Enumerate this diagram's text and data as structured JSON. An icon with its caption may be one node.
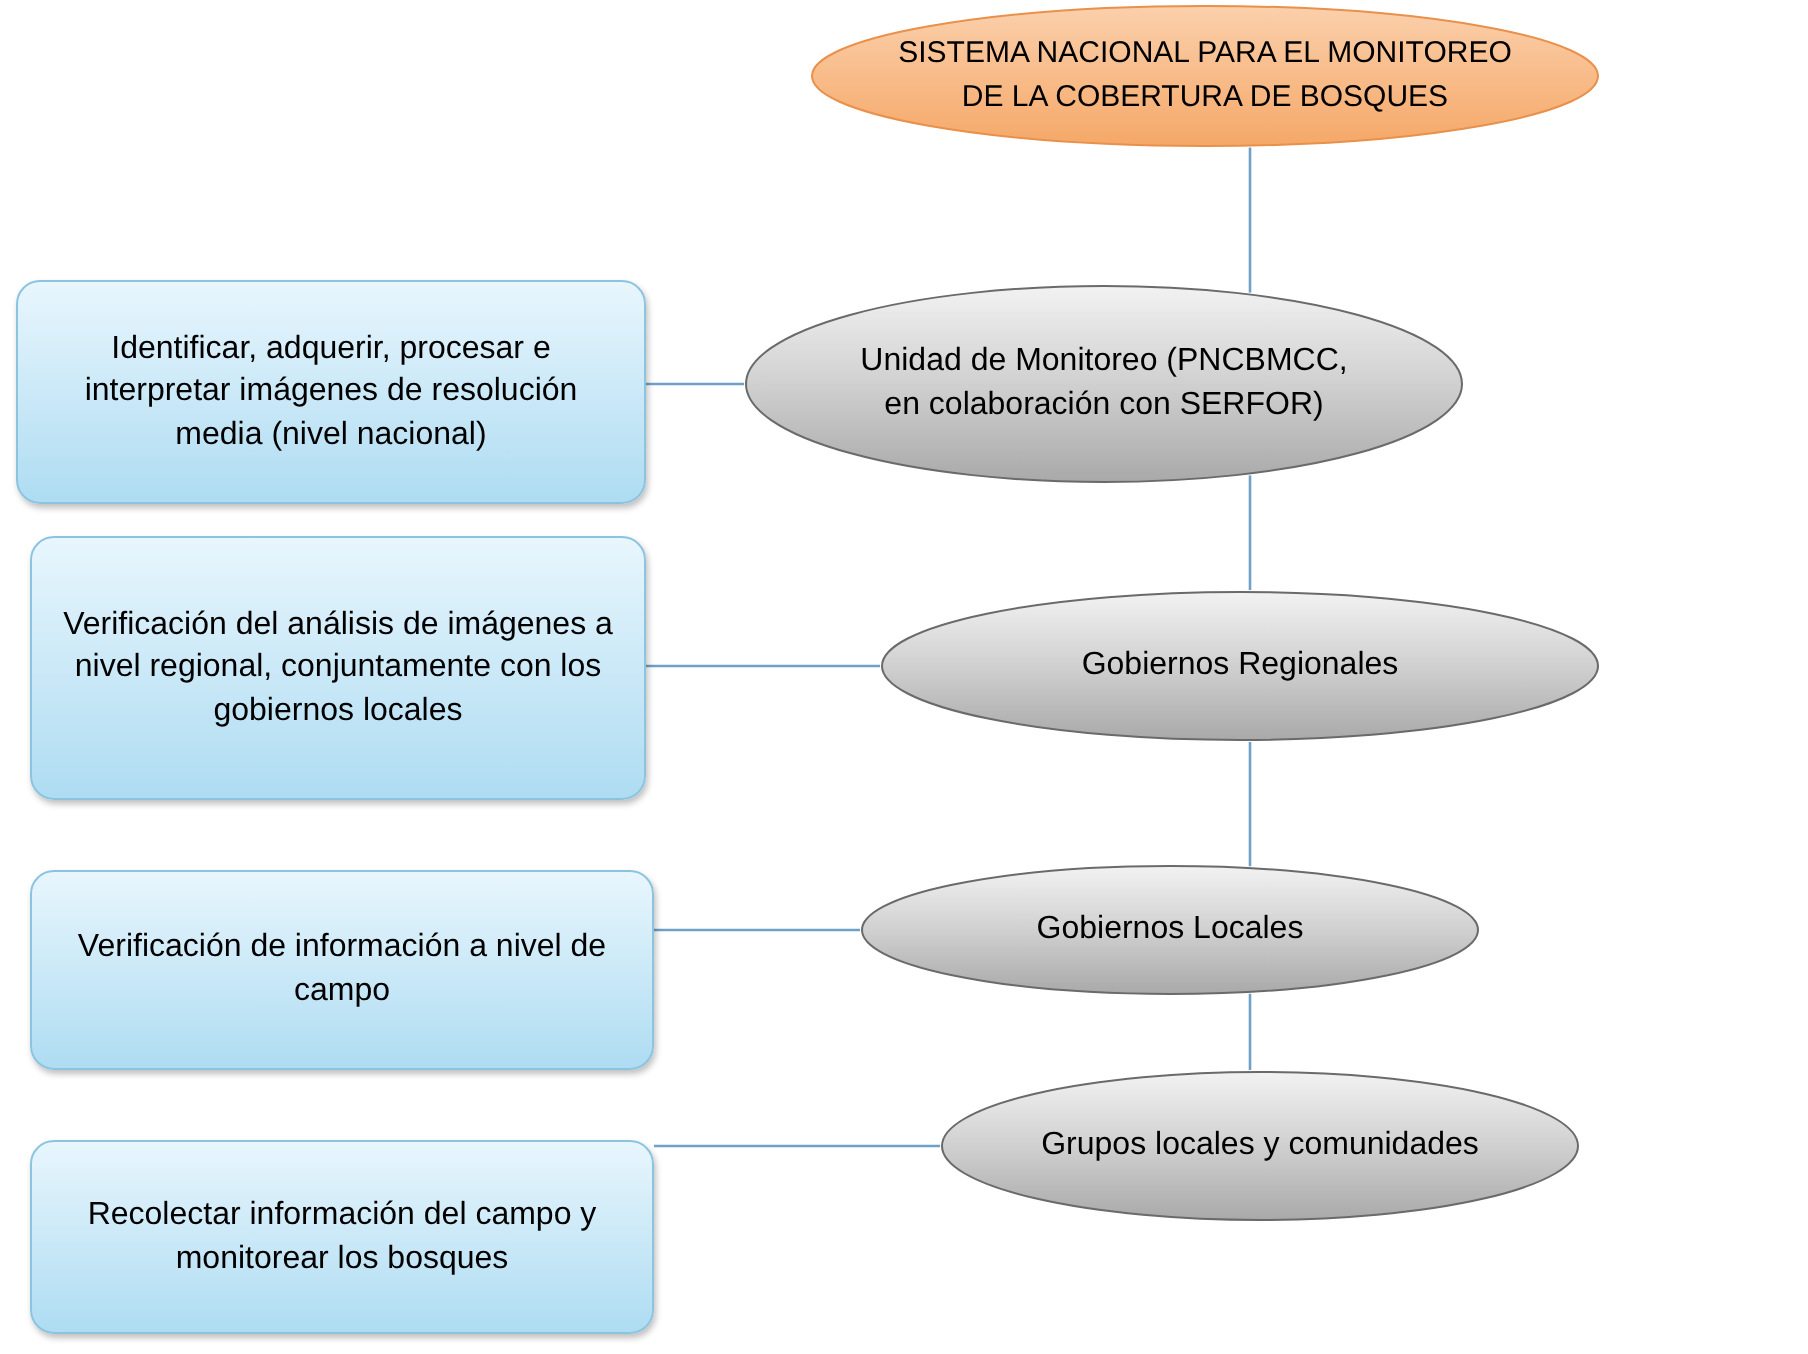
{
  "diagram": {
    "nodes": [
      {
        "text": [
          "SISTEMA NACIONAL PARA EL MONITOREO DE LA COBERTURA DE BOSQUES"
        ]
      },
      {
        "text": [
          "Identificar, adquerir, procesar e interpretar imágenes de resolución media (nivel nacional)"
        ]
      },
      {
        "text": [
          "Unidad de Monitoreo (PNCBMCC, en colaboración con SERFOR)"
        ]
      },
      {
        "text": [
          "Verificación del análisis de imágenes a nivel regional, conjuntamente con los gobiernos locales"
        ]
      },
      {
        "text": [
          "Gobiernos Regionales"
        ]
      },
      {
        "text": [
          "Verificación de información a nivel de campo"
        ]
      },
      {
        "text": [
          "Gobiernos Locales"
        ]
      },
      {
        "text": [
          "Recolectar información del campo y monitorear los bosques"
        ]
      },
      {
        "text": [
          "Grupos locales y comunidades"
        ]
      }
    ],
    "edges": [
      {
        "from": 0,
        "to": 2,
        "arrow": "none"
      },
      {
        "from": 2,
        "to": 4,
        "arrow": "none"
      },
      {
        "from": 4,
        "to": 6,
        "arrow": "none"
      },
      {
        "from": 6,
        "to": 8,
        "arrow": "none"
      },
      {
        "from": 1,
        "to": 2,
        "arrow": "none"
      },
      {
        "from": 3,
        "to": 4,
        "arrow": "none"
      },
      {
        "from": 5,
        "to": 6,
        "arrow": "none"
      },
      {
        "from": 7,
        "to": 8,
        "arrow": "none"
      }
    ]
  }
}
